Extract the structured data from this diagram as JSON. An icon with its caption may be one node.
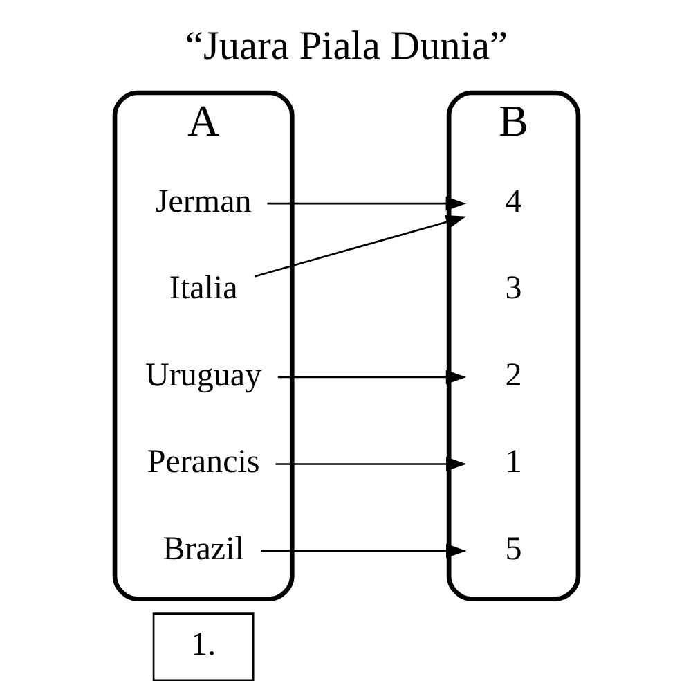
{
  "diagram": {
    "title": "“Juara Piala Dunia”",
    "nodes": [
      {
        "text": [
          "1."
        ]
      },
      {
        "text": [
          "A"
        ]
      },
      {
        "text": [
          "Brazil"
        ],
        "in": 1
      },
      {
        "text": [
          "Perancis"
        ],
        "in": 1
      },
      {
        "text": [
          "Uruguay"
        ],
        "in": 1
      },
      {
        "text": [
          "Italia"
        ],
        "in": 1
      },
      {
        "text": [
          "Jerman"
        ],
        "in": 1
      },
      {
        "text": [
          "B"
        ]
      },
      {
        "text": [
          "1"
        ],
        "in": 7
      },
      {
        "text": [
          "2"
        ],
        "in": 7
      },
      {
        "text": [
          "3"
        ],
        "in": 7
      },
      {
        "text": [
          "4"
        ],
        "in": 7
      },
      {
        "text": [
          "5"
        ],
        "in": 7
      }
    ],
    "edges": [
      {
        "from": 2,
        "to": 12,
        "arrow": "to"
      },
      {
        "from": 3,
        "to": 8,
        "arrow": "to"
      },
      {
        "from": 4,
        "to": 9,
        "arrow": "to"
      },
      {
        "from": 5,
        "to": 11,
        "arrow": "to"
      },
      {
        "from": 6,
        "to": 11,
        "arrow": "to"
      }
    ]
  }
}
